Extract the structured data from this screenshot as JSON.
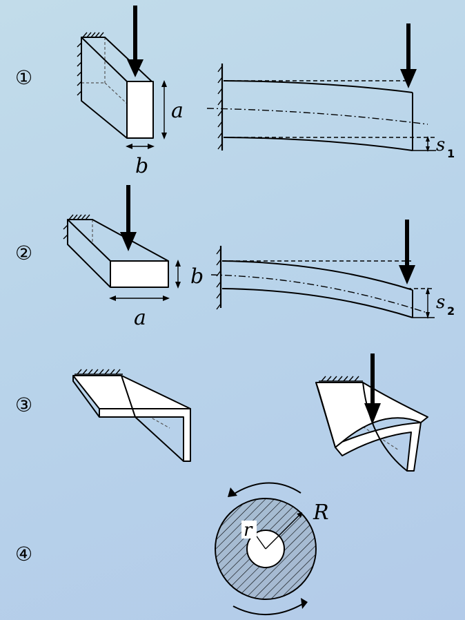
{
  "case_numbers": [
    "①",
    "②",
    "③",
    "④"
  ],
  "labels": {
    "a": "a",
    "b": "b",
    "s": "s",
    "s1_sub": "1",
    "s2_sub": "2",
    "r": "r",
    "R": "R"
  },
  "colors": {
    "background_top": "#c2dcea",
    "background_bottom": "#b3cbe9",
    "ink": "#000000",
    "face": "#ffffff"
  },
  "icons": [
    "downward-force-arrow",
    "fixed-wall-hatching",
    "rotation-arrow"
  ]
}
